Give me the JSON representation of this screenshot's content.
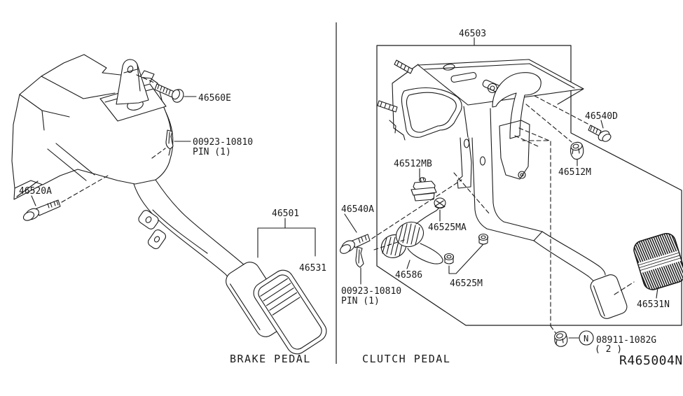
{
  "page": {
    "background": "#ffffff",
    "ink": "#1a1a1a"
  },
  "brake": {
    "caption": "BRAKE PEDAL",
    "bolt_bracket": "46560E",
    "pin_part_no": "00923-10810",
    "pin_qty": "PIN (1)",
    "bolt_fulcrum": "46520A",
    "pedal_assy": "46501",
    "pad": "46531"
  },
  "clutch": {
    "caption": "CLUTCH PEDAL",
    "pedal_assy": "46503",
    "bolt_upper": "46540D",
    "nut_upper": "46512M",
    "stopper": "46512MB",
    "bolt_fulcrum": "46540A",
    "pin_part_no": "00923-10810",
    "pin_qty": "PIN (1)",
    "clip": "46525MA",
    "spring": "46586",
    "nut_pair": "46525M",
    "pad": "46531N",
    "nut_circle_symbol": "N",
    "locknut_part_no": "08911-1082G",
    "locknut_qty": "( 2 )"
  },
  "footer": {
    "drawing_code": "R465004N"
  }
}
